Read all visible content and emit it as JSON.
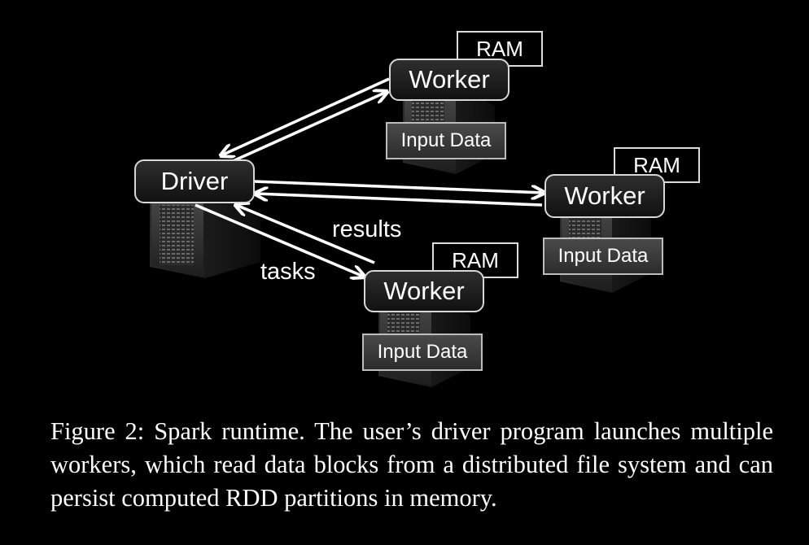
{
  "diagram": {
    "driver": {
      "label": "Driver"
    },
    "workers": [
      {
        "label": "Worker",
        "ram_label": "RAM",
        "input_label": "Input Data"
      },
      {
        "label": "Worker",
        "ram_label": "RAM",
        "input_label": "Input Data"
      },
      {
        "label": "Worker",
        "ram_label": "RAM",
        "input_label": "Input Data"
      }
    ],
    "edge_labels": {
      "results": "results",
      "tasks": "tasks"
    },
    "colors": {
      "background": "#000000",
      "arrow": "#ffffff",
      "server": "#3a3a3a"
    }
  },
  "caption": "Figure 2: Spark runtime. The user’s driver program launches multiple workers, which read data blocks from a distributed file system and can persist computed RDD partitions in memory."
}
